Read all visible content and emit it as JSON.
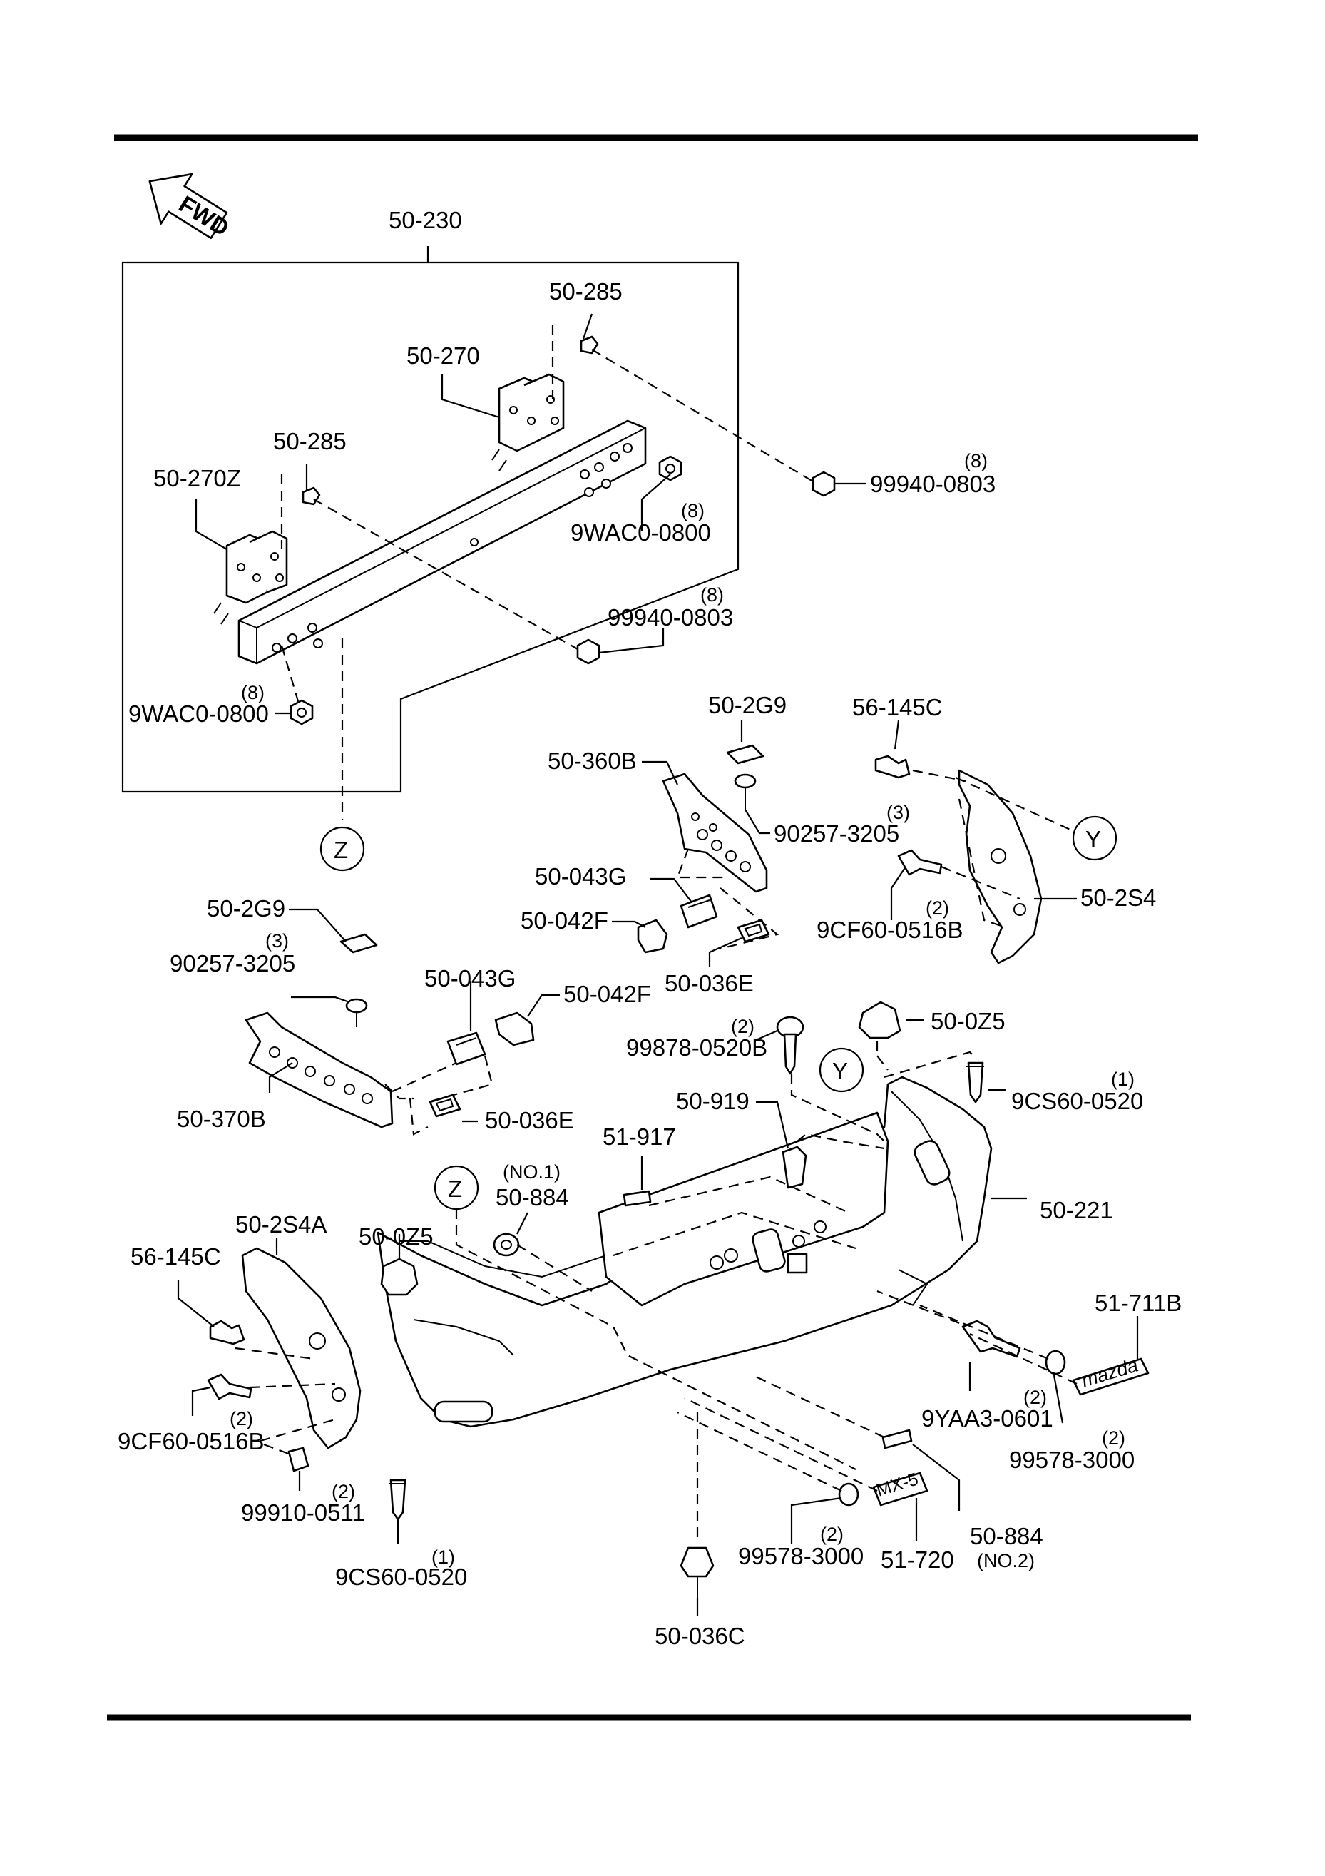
{
  "fwd_label": "FWD",
  "refs": {
    "z": "Z",
    "y": "Y"
  },
  "labels": {
    "assembly": "50-230",
    "bracket_285_right": "50-285",
    "bracket_270": "50-270",
    "bracket_285_left": "50-285",
    "bracket_270z": "50-270Z",
    "nut_99940_right": "99940-0803",
    "nut_9wac0_right": "9WAC0-0800",
    "nut_99940_mid": "99940-0803",
    "nut_9wac0_left": "9WAC0-0800",
    "pad_2g9_right": "50-2G9",
    "bolt_56145c_right": "56-145C",
    "bracket_360b": "50-360B",
    "clip_90257_right": "90257-3205",
    "holder_043g_right": "50-043G",
    "bracket_2s4": "50-2S4",
    "lamp_042f_right": "50-042F",
    "bolt_9cf60_right": "9CF60-0516B",
    "gasket_036e_right": "50-036E",
    "pad_2g9_left": "50-2G9",
    "clip_90257_left": "90257-3205",
    "holder_043g_left": "50-043G",
    "lamp_042f_left": "50-042F",
    "screw_99878": "99878-0520B",
    "nut_0z5_right": "50-0Z5",
    "bracket_370b": "50-370B",
    "gasket_036e_left": "50-036E",
    "screw_9cs60_right": "9CS60-0520",
    "fastener_919": "50-919",
    "label_917": "51-917",
    "tape_884_no1": "50-884",
    "bumper_221": "50-221",
    "bracket_2s4a": "50-2S4A",
    "nut_0z5_left": "50-0Z5",
    "bolt_56145c_left": "56-145C",
    "emblem_711b": "51-711B",
    "bolt_9cf60_left": "9CF60-0516B",
    "bolt_9yaa3": "9YAA3-0601",
    "nut_99910": "99910-0511",
    "washer_99578_right": "99578-3000",
    "screw_9cs60_left": "9CS60-0520",
    "washer_99578_left": "99578-3000",
    "emblem_720": "51-720",
    "tape_884_no2": "50-884",
    "clip_036c": "50-036C"
  },
  "quantities": {
    "nut_99940_right": "(8)",
    "nut_9wac0_right": "(8)",
    "nut_99940_mid": "(8)",
    "nut_9wac0_left": "(8)",
    "clip_90257_right": "(3)",
    "bolt_9cf60_right": "(2)",
    "clip_90257_left": "(3)",
    "screw_99878": "(2)",
    "screw_9cs60_right": "(1)",
    "bolt_9cf60_left": "(2)",
    "bolt_9yaa3": "(2)",
    "nut_99910": "(2)",
    "washer_99578_right": "(2)",
    "screw_9cs60_left": "(1)",
    "washer_99578_left": "(2)"
  },
  "notes": {
    "tape_no1": "(NO.1)",
    "tape_no2": "(NO.2)"
  },
  "emblem_text": {
    "mazda": "mazda",
    "mx5": "MX-5"
  }
}
